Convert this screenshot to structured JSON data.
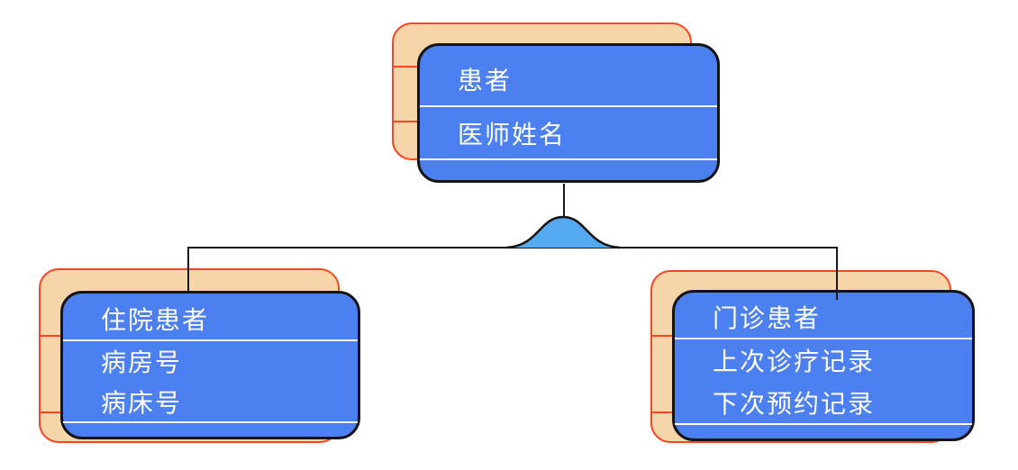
{
  "diagram": {
    "type": "eer-specialization",
    "entities": {
      "patient": {
        "title": "患者",
        "attributes": [
          "医师姓名"
        ]
      },
      "inpatient": {
        "title": "住院患者",
        "attributes": [
          "病房号",
          "病床号"
        ]
      },
      "outpatient": {
        "title": "门诊患者",
        "attributes": [
          "上次诊疗记录",
          "下次预约记录"
        ]
      }
    },
    "relationship": {
      "symbol": "isa-half-ellipse",
      "parent": "patient",
      "children": [
        "inpatient",
        "outpatient"
      ]
    },
    "colors": {
      "entity_fill": "#4C7FF0",
      "entity_border": "#141414",
      "entity_text": "#FFFFFF",
      "entity_divider": "#FFFFFF",
      "shadow_card_fill": "#F6D5AB",
      "shadow_card_border": "#FB4420",
      "isa_symbol_fill": "#55A9F1",
      "connector_line": "#1A1A1A",
      "background": "#FFFFFF"
    }
  }
}
